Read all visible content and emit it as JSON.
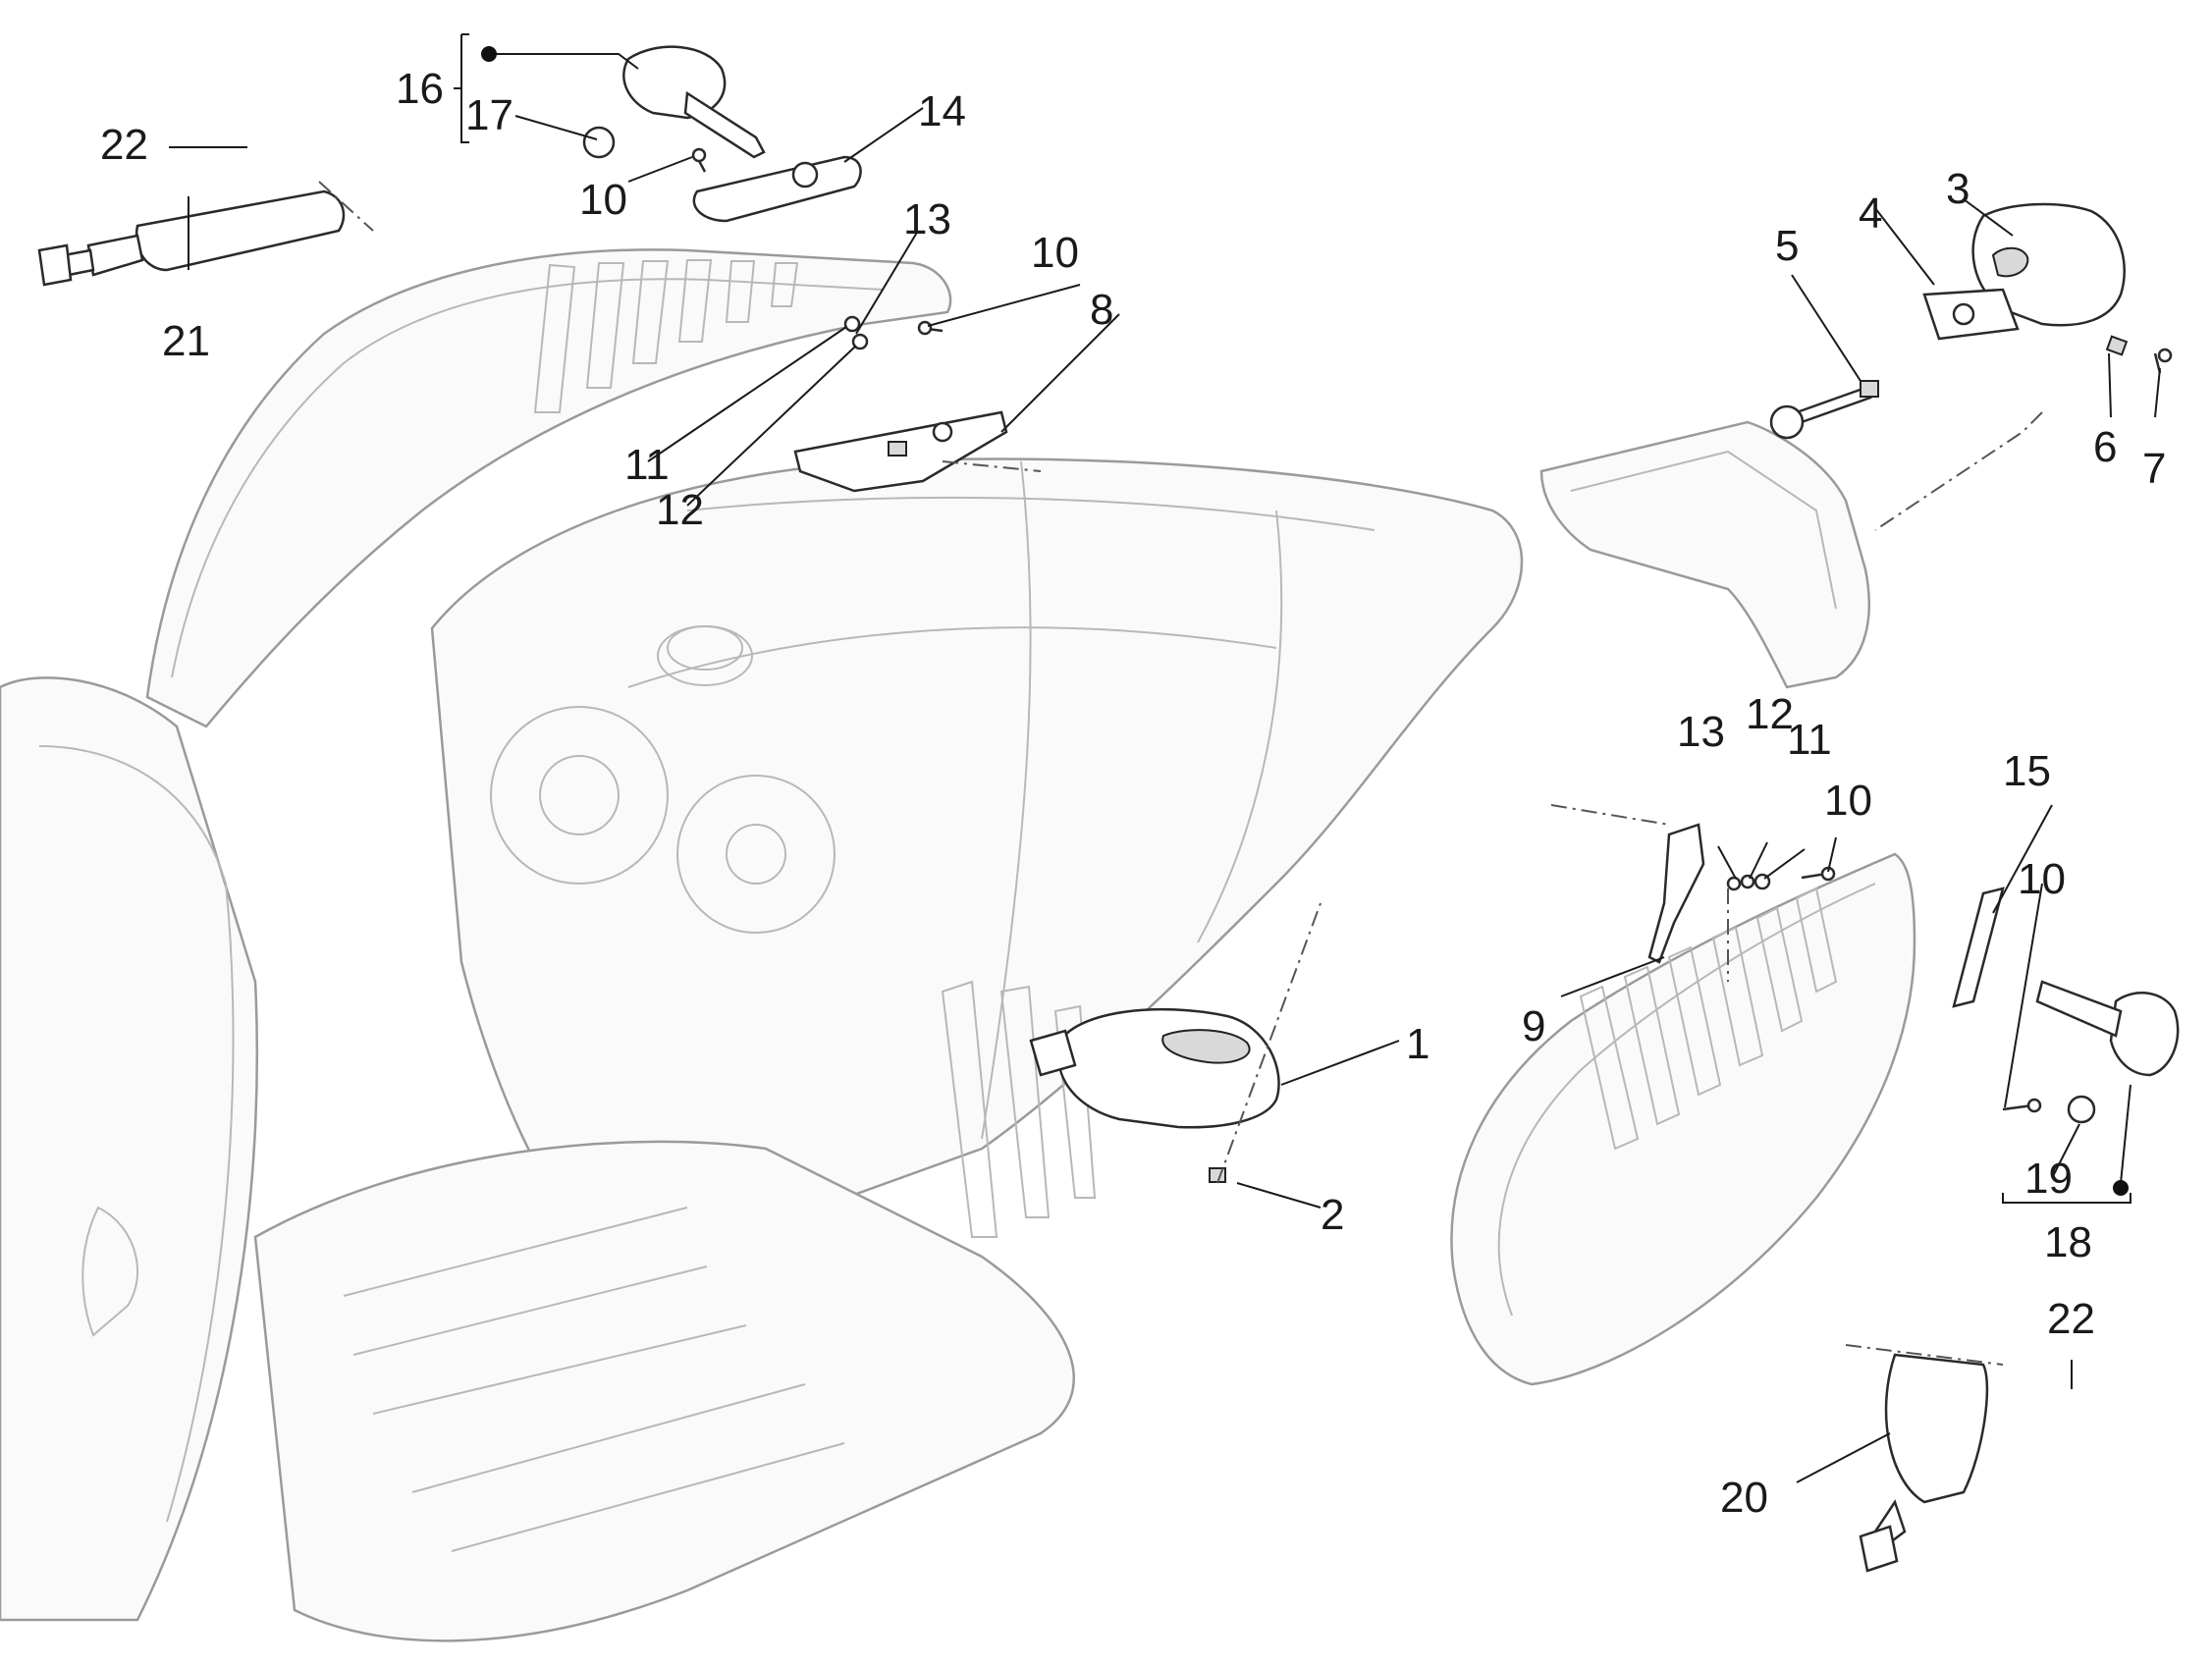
{
  "diagram": {
    "callouts": [
      {
        "id": "c1",
        "text": "1"
      },
      {
        "id": "c2",
        "text": "2"
      },
      {
        "id": "c3",
        "text": "3"
      },
      {
        "id": "c4",
        "text": "4"
      },
      {
        "id": "c5",
        "text": "5"
      },
      {
        "id": "c6",
        "text": "6"
      },
      {
        "id": "c7",
        "text": "7"
      },
      {
        "id": "c8",
        "text": "8"
      },
      {
        "id": "c9",
        "text": "9"
      },
      {
        "id": "c10a",
        "text": "10"
      },
      {
        "id": "c10b",
        "text": "10"
      },
      {
        "id": "c10c",
        "text": "10"
      },
      {
        "id": "c10d",
        "text": "10"
      },
      {
        "id": "c11a",
        "text": "11"
      },
      {
        "id": "c11b",
        "text": "11"
      },
      {
        "id": "c12a",
        "text": "12"
      },
      {
        "id": "c12b",
        "text": "12"
      },
      {
        "id": "c13a",
        "text": "13"
      },
      {
        "id": "c13b",
        "text": "13"
      },
      {
        "id": "c14",
        "text": "14"
      },
      {
        "id": "c15",
        "text": "15"
      },
      {
        "id": "c16",
        "text": "16"
      },
      {
        "id": "c17",
        "text": "17"
      },
      {
        "id": "c18",
        "text": "18"
      },
      {
        "id": "c19",
        "text": "19"
      },
      {
        "id": "c20",
        "text": "20"
      },
      {
        "id": "c21",
        "text": "21"
      },
      {
        "id": "c22a",
        "text": "22"
      },
      {
        "id": "c22b",
        "text": "22"
      }
    ]
  }
}
